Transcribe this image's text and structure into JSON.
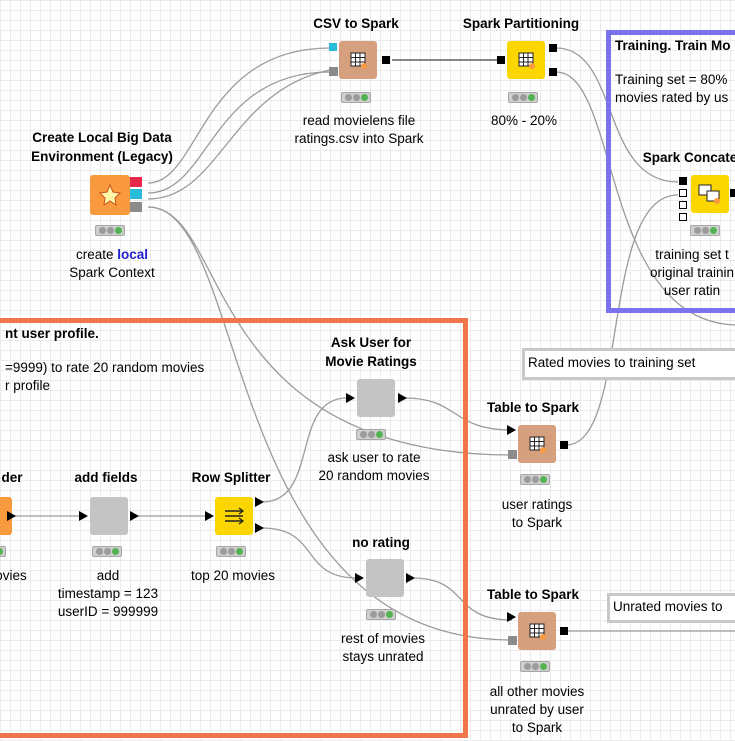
{
  "annotations": {
    "training_box": {
      "title": "Training. Train Mo",
      "line1": "Training set = 80%",
      "line2": "movies rated by us"
    },
    "user_profile_box": {
      "title": "nt user profile.",
      "line1": "=9999)  to rate 20 random movies",
      "line2": "r profile"
    },
    "rated_label": "Rated movies to training set",
    "unrated_label": "Unrated movies to"
  },
  "nodes": {
    "create_env": {
      "title_line1": "Create Local Big Data",
      "title_line2": "Environment (Legacy)",
      "desc_pre": "create ",
      "desc_highlight": "local",
      "desc_line2": "Spark Context"
    },
    "csv_to_spark": {
      "title": "CSV to Spark",
      "desc_line1": "read movielens file",
      "desc_line2": "ratings.csv into Spark"
    },
    "spark_partitioning": {
      "title": "Spark Partitioning",
      "desc_line1": "80% - 20%"
    },
    "spark_concatenate": {
      "title": "Spark Concate",
      "desc_line1": "training set t",
      "desc_line2": "original trainin",
      "desc_line3": "user ratin"
    },
    "ask_user": {
      "title_line1": "Ask User for",
      "title_line2": "Movie Ratings",
      "desc_line1": "ask user to rate",
      "desc_line2": "20 random movies"
    },
    "table_to_spark_1": {
      "title": "Table to Spark",
      "desc_line1": "user ratings",
      "desc_line2": "to Spark"
    },
    "reader": {
      "title": "der",
      "desc_line1": "ovies"
    },
    "add_fields": {
      "title": "add fields",
      "desc_line1": "add",
      "desc_line2": "timestamp = 123",
      "desc_line3": "userID = 999999"
    },
    "row_splitter": {
      "title": "Row Splitter",
      "desc_line1": "top 20 movies"
    },
    "no_rating": {
      "title": "no rating",
      "desc_line1": "rest of movies",
      "desc_line2": "stays unrated"
    },
    "table_to_spark_2": {
      "title": "Table to Spark",
      "desc_line1": "all other movies",
      "desc_line2": "unrated by user",
      "desc_line3": "to Spark"
    }
  },
  "icons": {
    "spark_star": "spark-star-icon",
    "table_grid": "table-grid-icon",
    "row_splitter": "row-splitter-icon"
  },
  "colors": {
    "training_border": "#7b73ee",
    "profile_border": "#f0764a",
    "spark_node": "#d6a07e",
    "manipulator_node": "#fbd601",
    "source_node": "#f89a3d",
    "metanode": "#c4c4c4",
    "highlight_text": "#1f1fd0"
  }
}
